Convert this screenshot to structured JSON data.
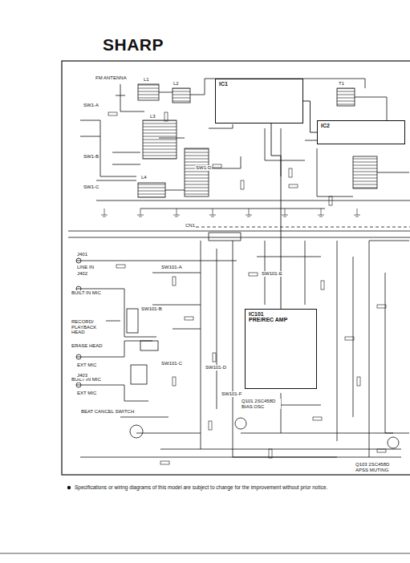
{
  "diagram": {
    "title": "SHARP",
    "caption": "Specifications or wiring diagrams of this model are subject to change for the improvement without prior notice.",
    "nodes": [
      {
        "text": [
          "IC1"
        ]
      },
      {
        "text": [
          "IC2"
        ]
      },
      {
        "text": [
          "IC101",
          "PRE/REC AMP"
        ]
      }
    ],
    "edges": [
      {
        "from": 0,
        "to": 1,
        "arrow": "none"
      },
      {
        "from": 0,
        "to": 2,
        "arrow": "none"
      }
    ],
    "labels": [
      "FM ANTENNA",
      "SW1-A",
      "SW1-B",
      "SW1-C",
      "SW1-D",
      "L1",
      "L2",
      "L3",
      "L4",
      "T1",
      "CN1",
      "J401",
      "LINE IN",
      "BUILT IN MIC",
      "EXT MIC",
      "RECORD/ PLAYBACK HEAD",
      "ERASE HEAD",
      "BUILT IN MIC",
      "EXT MIC",
      "BEAT CANCEL SWITCH",
      "SW101-A",
      "SW101-B",
      "SW101-C",
      "SW101-D",
      "SW101-E",
      "SW101-F",
      "Q101 2SC458D BIAS OSC",
      "Q103 2SC458D APSS MUTING",
      "J402",
      "J403"
    ]
  }
}
